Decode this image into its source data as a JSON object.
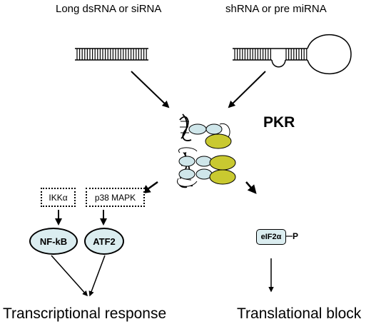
{
  "labels": {
    "long_dsrna": "Long dsRNA or siRNA",
    "shrna": "shRNA or pre miRNA",
    "pkr": "PKR",
    "ikk": "IKKα",
    "p38": "p38 MAPK",
    "nfkb": "NF-kB",
    "atf2": "ATF2",
    "eif2a": "eIF2α",
    "phospho": "P",
    "transcriptional": "Transcriptional response",
    "translational": "Translational block"
  },
  "colors": {
    "oval_fill": "#dbedf0",
    "pkr_domain_fill": "#c9c930",
    "pkr_small_fill": "#cfe6ea"
  }
}
